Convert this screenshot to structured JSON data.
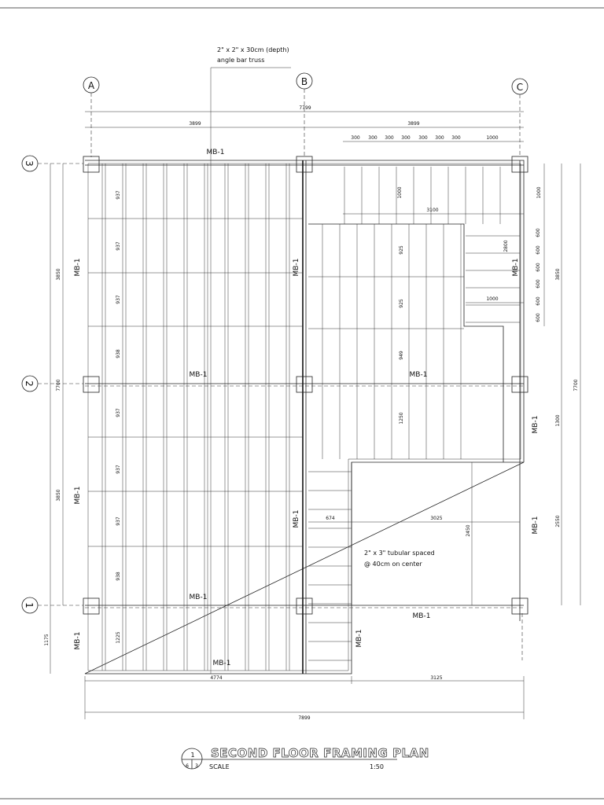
{
  "title": "SECOND FLOOR FRAMING PLAN",
  "scale_label": "SCALE",
  "scale_value": "1:50",
  "drawing_bubble": {
    "number": "1",
    "sheet_left": "6",
    "sheet_right": "3"
  },
  "grid_labels": {
    "cols": [
      "A",
      "B",
      "C"
    ],
    "rows": [
      "3",
      "2",
      "1"
    ]
  },
  "notes": {
    "truss_line1": "2\" x 2\" x 30cm (depth)",
    "truss_line2": "angle bar truss",
    "tubular_line1": "2\" x 3\" tubular spaced",
    "tubular_line2": "@ 40cm on center"
  },
  "beam_label": "MB-1",
  "dims": {
    "overall_top": "7799",
    "left_top": "3899",
    "right_top": "3899",
    "spacing": [
      "300",
      "300",
      "300",
      "300",
      "300",
      "300",
      "300",
      "1000"
    ],
    "stair_v": "1000",
    "stair_w": "3100",
    "stair_h": "2800",
    "landing": "1000",
    "riser_600": [
      "600",
      "600",
      "600",
      "600",
      "600",
      "600"
    ],
    "right_1000": "1000",
    "right_3850": "3850",
    "right_7700": "7700",
    "right_1300": "1300",
    "right_2550": "2550",
    "left_3850_top": "3850",
    "left_7700": "7700",
    "left_3850_bot": "3850",
    "left_1175": "1175",
    "joist_left": [
      "937",
      "937",
      "937",
      "938",
      "937",
      "937",
      "937",
      "938",
      "1225"
    ],
    "joist_right": [
      "925",
      "925",
      "949",
      "1250"
    ],
    "d674": "674",
    "d3025": "3025",
    "d2450": "2450",
    "bottom_4774": "4774",
    "bottom_3125": "3125",
    "bottom_7899": "7899"
  }
}
